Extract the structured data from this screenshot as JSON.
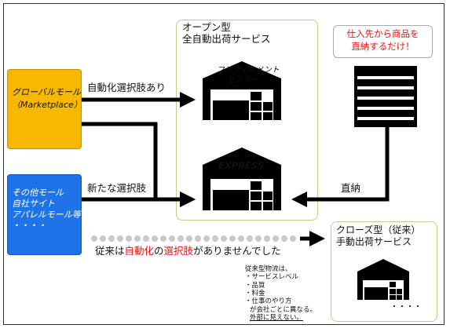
{
  "sources": {
    "marketplace": {
      "line1": "グローバルモール",
      "line2": "（Marketplace）"
    },
    "others": {
      "line1": "その他モール",
      "line2": "自社サイト",
      "line3": "アパレルモール等",
      "line4": "・・・・"
    }
  },
  "open_service": {
    "line1": "オープン型",
    "line2": "全自動出荷サービス"
  },
  "fulfillment_center": {
    "line1": "フルフィルメント",
    "line2": "センター"
  },
  "express_label": "EXPRESS",
  "supplier_note": {
    "line1": "仕入先から商品を",
    "line2": "直納するだけ！"
  },
  "arrows": {
    "auto_choice": "自動化選択肢あり",
    "new_choice": "新たな選択肢",
    "direct": "直納"
  },
  "legacy": {
    "pre": "従来は",
    "auto": "自動化",
    "mid": "の",
    "choice": "選択肢",
    "post": "がありませんでした"
  },
  "closed_service": {
    "line1": "クローズ型（従来）",
    "line2": "手動出荷サービス",
    "dots": "・・・・"
  },
  "notes": {
    "header": "従来型物流は、",
    "items": [
      "・サービスレベル",
      "・品質",
      "・料金",
      "・仕事のやり方"
    ],
    "line5": "が会社ごとに異なる。",
    "line6": "外部に見えない。"
  },
  "colors": {
    "marketplace": "#f6b800",
    "others": "#1e73e8",
    "note_text": "#e11111",
    "dots": "#c8c8c8"
  }
}
